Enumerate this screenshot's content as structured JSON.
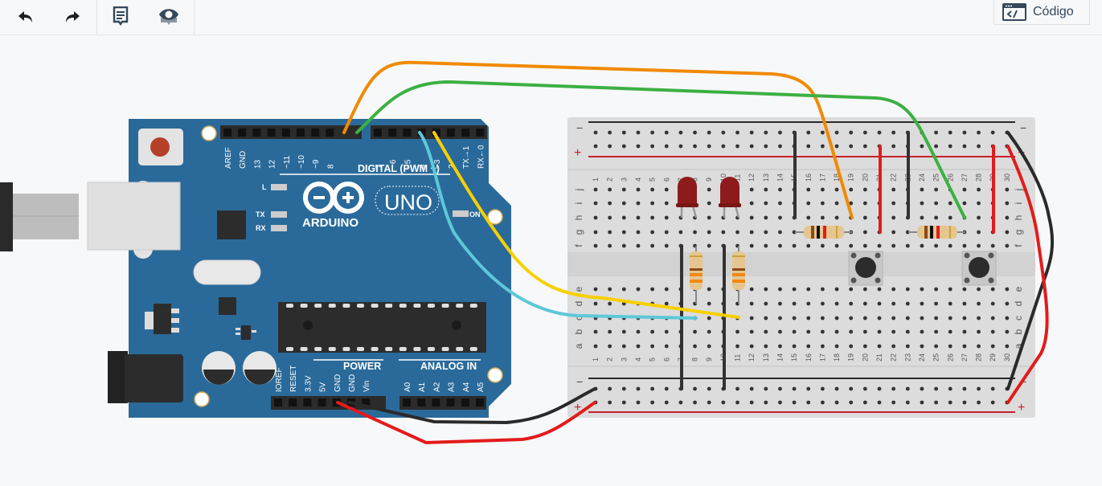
{
  "toolbar": {
    "undo_label": "Undo",
    "redo_label": "Redo",
    "notes_label": "Notes",
    "visibility_label": "Visibility",
    "code_label": "Código",
    "icons": {
      "undo": "undo-icon",
      "redo": "redo-icon",
      "notes": "notes-icon",
      "visibility": "eye-icon",
      "code": "code-icon"
    }
  },
  "arduino": {
    "model": "UNO",
    "brand": "ARDUINO",
    "digital_header_label": "DIGITAL (PWM ~)",
    "digital_pins_left": [
      "AREF",
      "GND",
      "13",
      "12",
      "~11",
      "~10",
      "~9",
      "8"
    ],
    "digital_pins_right": [
      "7",
      "~6",
      "~5",
      "4",
      "~3",
      "2",
      "TX→1",
      "RX←0"
    ],
    "power_label": "POWER",
    "analog_label": "ANALOG IN",
    "power_pins": [
      "IOREF",
      "RESET",
      "3.3V",
      "5V",
      "GND",
      "GND",
      "Vin"
    ],
    "analog_pins": [
      "A0",
      "A1",
      "A2",
      "A3",
      "A4",
      "A5"
    ],
    "led_labels": [
      "L",
      "TX",
      "RX"
    ],
    "on_label": "ON",
    "colors": {
      "board": "#2a6a9a",
      "header": "#2b2b2b",
      "silk": "#ffffff"
    }
  },
  "breadboard": {
    "columns": 30,
    "rows_top": [
      "j",
      "i",
      "h",
      "g",
      "f"
    ],
    "rows_bottom": [
      "e",
      "d",
      "c",
      "b",
      "a"
    ],
    "rail_minus": "−",
    "rail_plus": "+",
    "colors": {
      "body": "#dcdcdc",
      "hole": "#333333",
      "rail_red": "#c8202a",
      "rail_black": "#2a2a2a"
    }
  },
  "components": {
    "leds": [
      {
        "color": "#8e1b1b",
        "column": 7
      },
      {
        "color": "#8e1b1b",
        "column": 10
      }
    ],
    "resistors_vertical": [
      {
        "column": 8
      },
      {
        "column": 11
      }
    ],
    "resistors_horizontal": [
      {
        "from": 15,
        "to": 19
      },
      {
        "from": 23,
        "to": 27
      }
    ],
    "pushbuttons": [
      {
        "columns": [
          19,
          21
        ]
      },
      {
        "columns": [
          27,
          29
        ]
      }
    ]
  },
  "wires": [
    {
      "name": "orange-wire",
      "color": "#f08a00",
      "from": "pin ~9",
      "to": "breadboard h19"
    },
    {
      "name": "green-wire",
      "color": "#3cb043",
      "from": "pin 8",
      "to": "breadboard h27"
    },
    {
      "name": "cyan-wire",
      "color": "#5ec8d8",
      "from": "pin 4",
      "to": "breadboard c8"
    },
    {
      "name": "yellow-wire",
      "color": "#f7d000",
      "from": "pin ~3",
      "to": "breadboard c11"
    },
    {
      "name": "red-power-wire",
      "color": "#e31b1b",
      "from": "5V",
      "to": "bottom + rail"
    },
    {
      "name": "black-ground-wire",
      "color": "#2a2a2a",
      "from": "GND",
      "to": "bottom − rail"
    }
  ]
}
